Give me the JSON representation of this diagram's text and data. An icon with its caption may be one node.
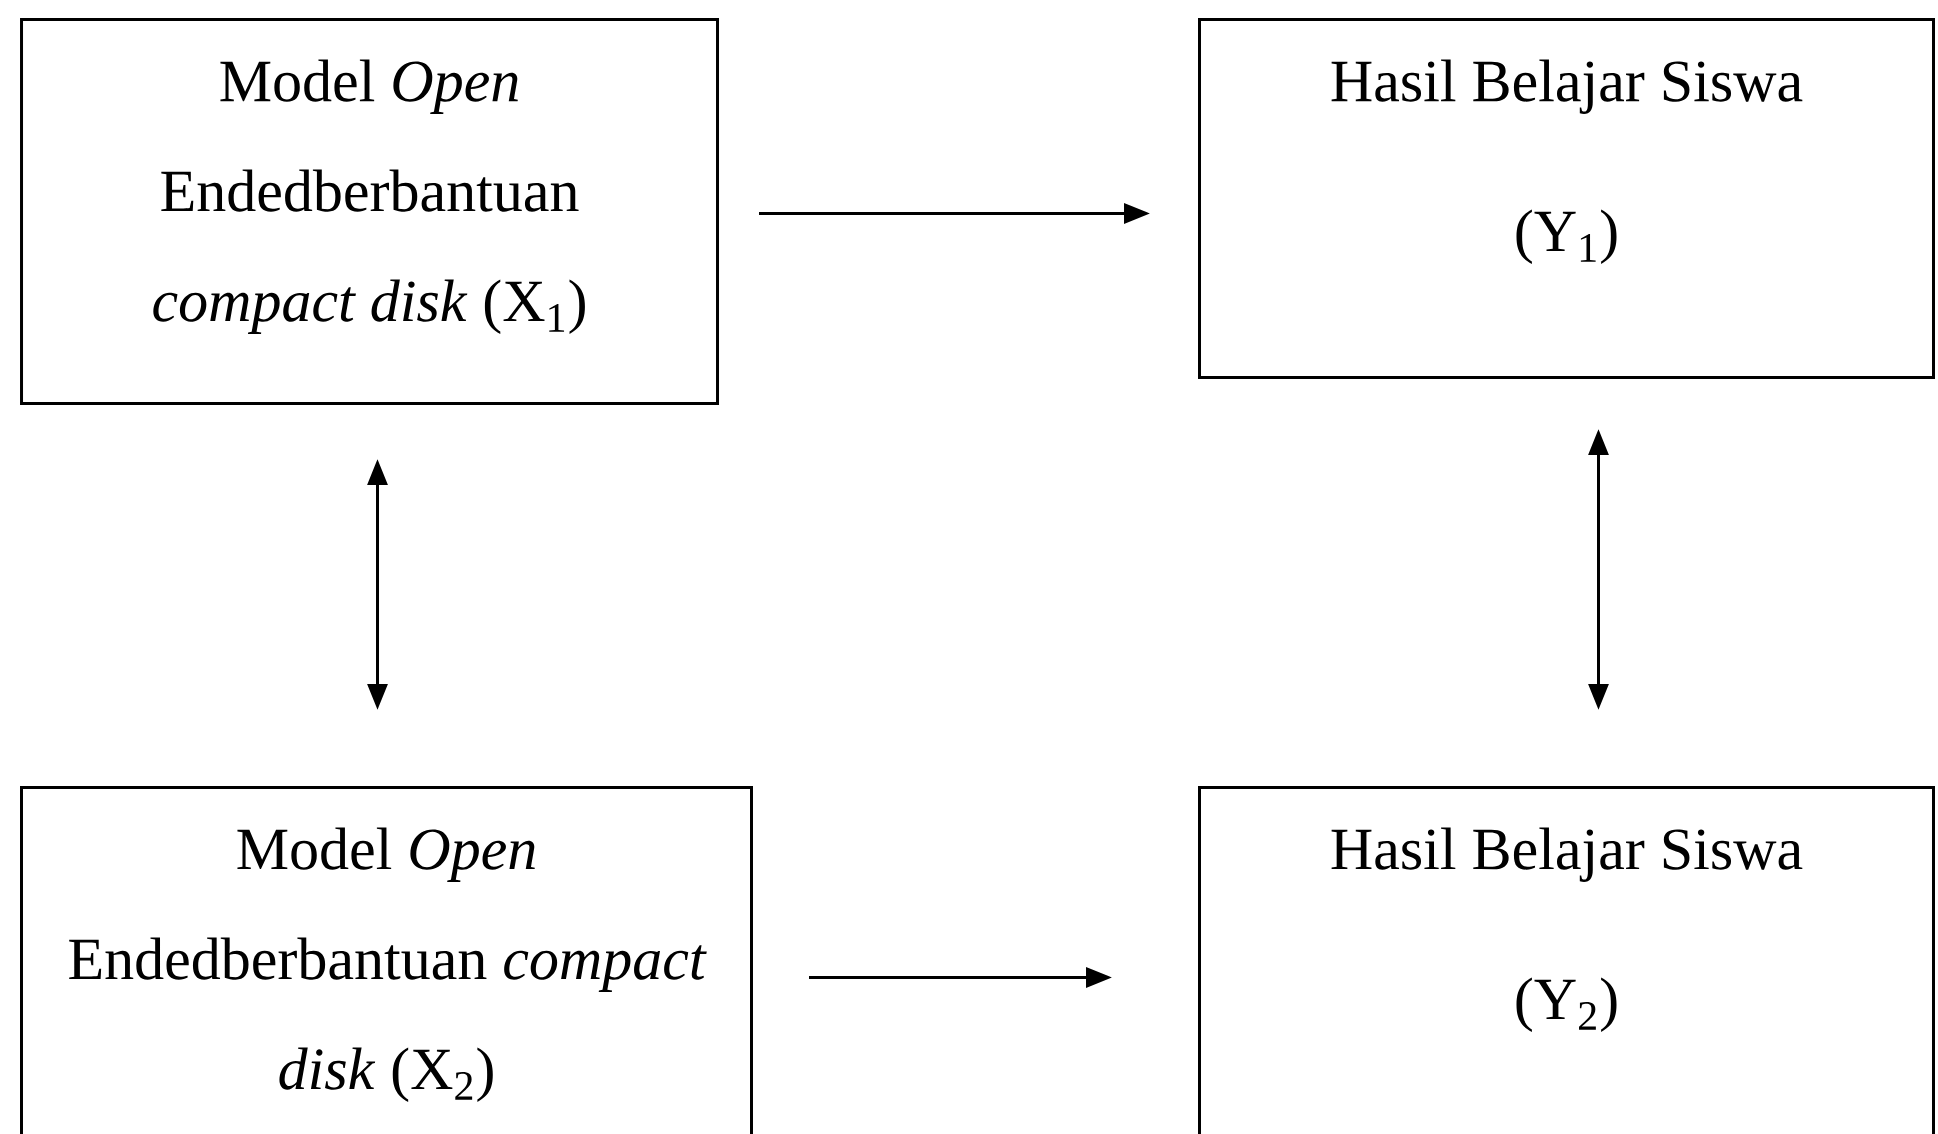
{
  "diagram": {
    "nodes": [
      {
        "text": [
          "Model *Open* Endedberbantuan *compact disk* (X$_{1}$)"
        ]
      },
      {
        "text": [
          "Hasil Belajar Siswa",
          "(Y$_{1}$)"
        ]
      },
      {
        "text": [
          "Model *Open* Endedberbantuan *compact disk* (X$_{2}$)"
        ]
      },
      {
        "text": [
          "Hasil Belajar Siswa",
          "(Y$_{2}$)"
        ]
      }
    ],
    "edges": [
      {
        "from": 0,
        "to": 1,
        "arrow": "to"
      },
      {
        "from": 0,
        "to": 2,
        "arrow": "both"
      },
      {
        "from": 1,
        "to": 3,
        "arrow": "both"
      },
      {
        "from": 2,
        "to": 3,
        "arrow": "to"
      }
    ]
  }
}
